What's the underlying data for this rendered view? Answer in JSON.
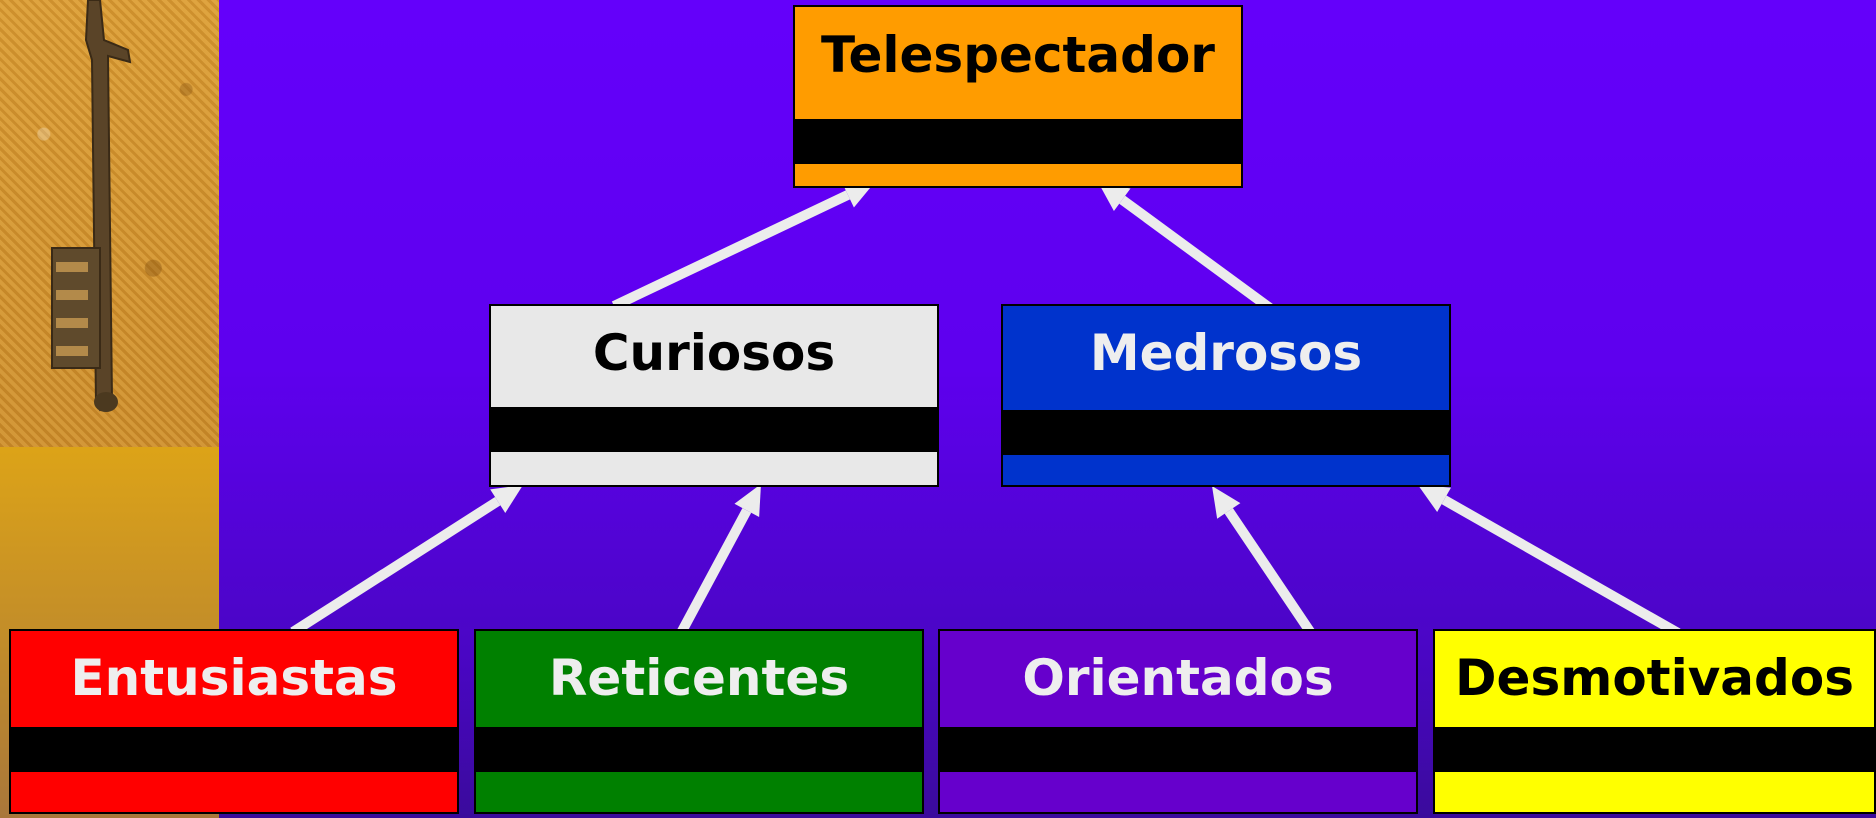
{
  "nodes": {
    "telespectador": {
      "label": "Telespectador",
      "fill": "#ff9c00",
      "text_color": "#000000"
    },
    "curiosos": {
      "label": "Curiosos",
      "fill": "#e8e8e8",
      "text_color": "#000000"
    },
    "medrosos": {
      "label": "Medrosos",
      "fill": "#0033cc",
      "text_color": "#eeeeee"
    },
    "entusiastas": {
      "label": "Entusiastas",
      "fill": "#ff0000",
      "text_color": "#eeeeee"
    },
    "reticentes": {
      "label": "Reticentes",
      "fill": "#008000",
      "text_color": "#eeeeee"
    },
    "orientados": {
      "label": "Orientados",
      "fill": "#6600cc",
      "text_color": "#eeeeee"
    },
    "desmotivados": {
      "label": "Desmotivados",
      "fill": "#ffff00",
      "text_color": "#000000"
    }
  },
  "edges": [
    {
      "from": "curiosos",
      "to": "telespectador"
    },
    {
      "from": "medrosos",
      "to": "telespectador"
    },
    {
      "from": "entusiastas",
      "to": "curiosos"
    },
    {
      "from": "reticentes",
      "to": "curiosos"
    },
    {
      "from": "orientados",
      "to": "medrosos"
    },
    {
      "from": "desmotivados",
      "to": "medrosos"
    }
  ],
  "colors": {
    "background_top": "#6400fb",
    "background_bottom": "#3a0b9c",
    "arrow": "#ececec",
    "side_panel": "#e9b10e"
  },
  "decor": {
    "photo": "old-key-on-sand-image"
  }
}
